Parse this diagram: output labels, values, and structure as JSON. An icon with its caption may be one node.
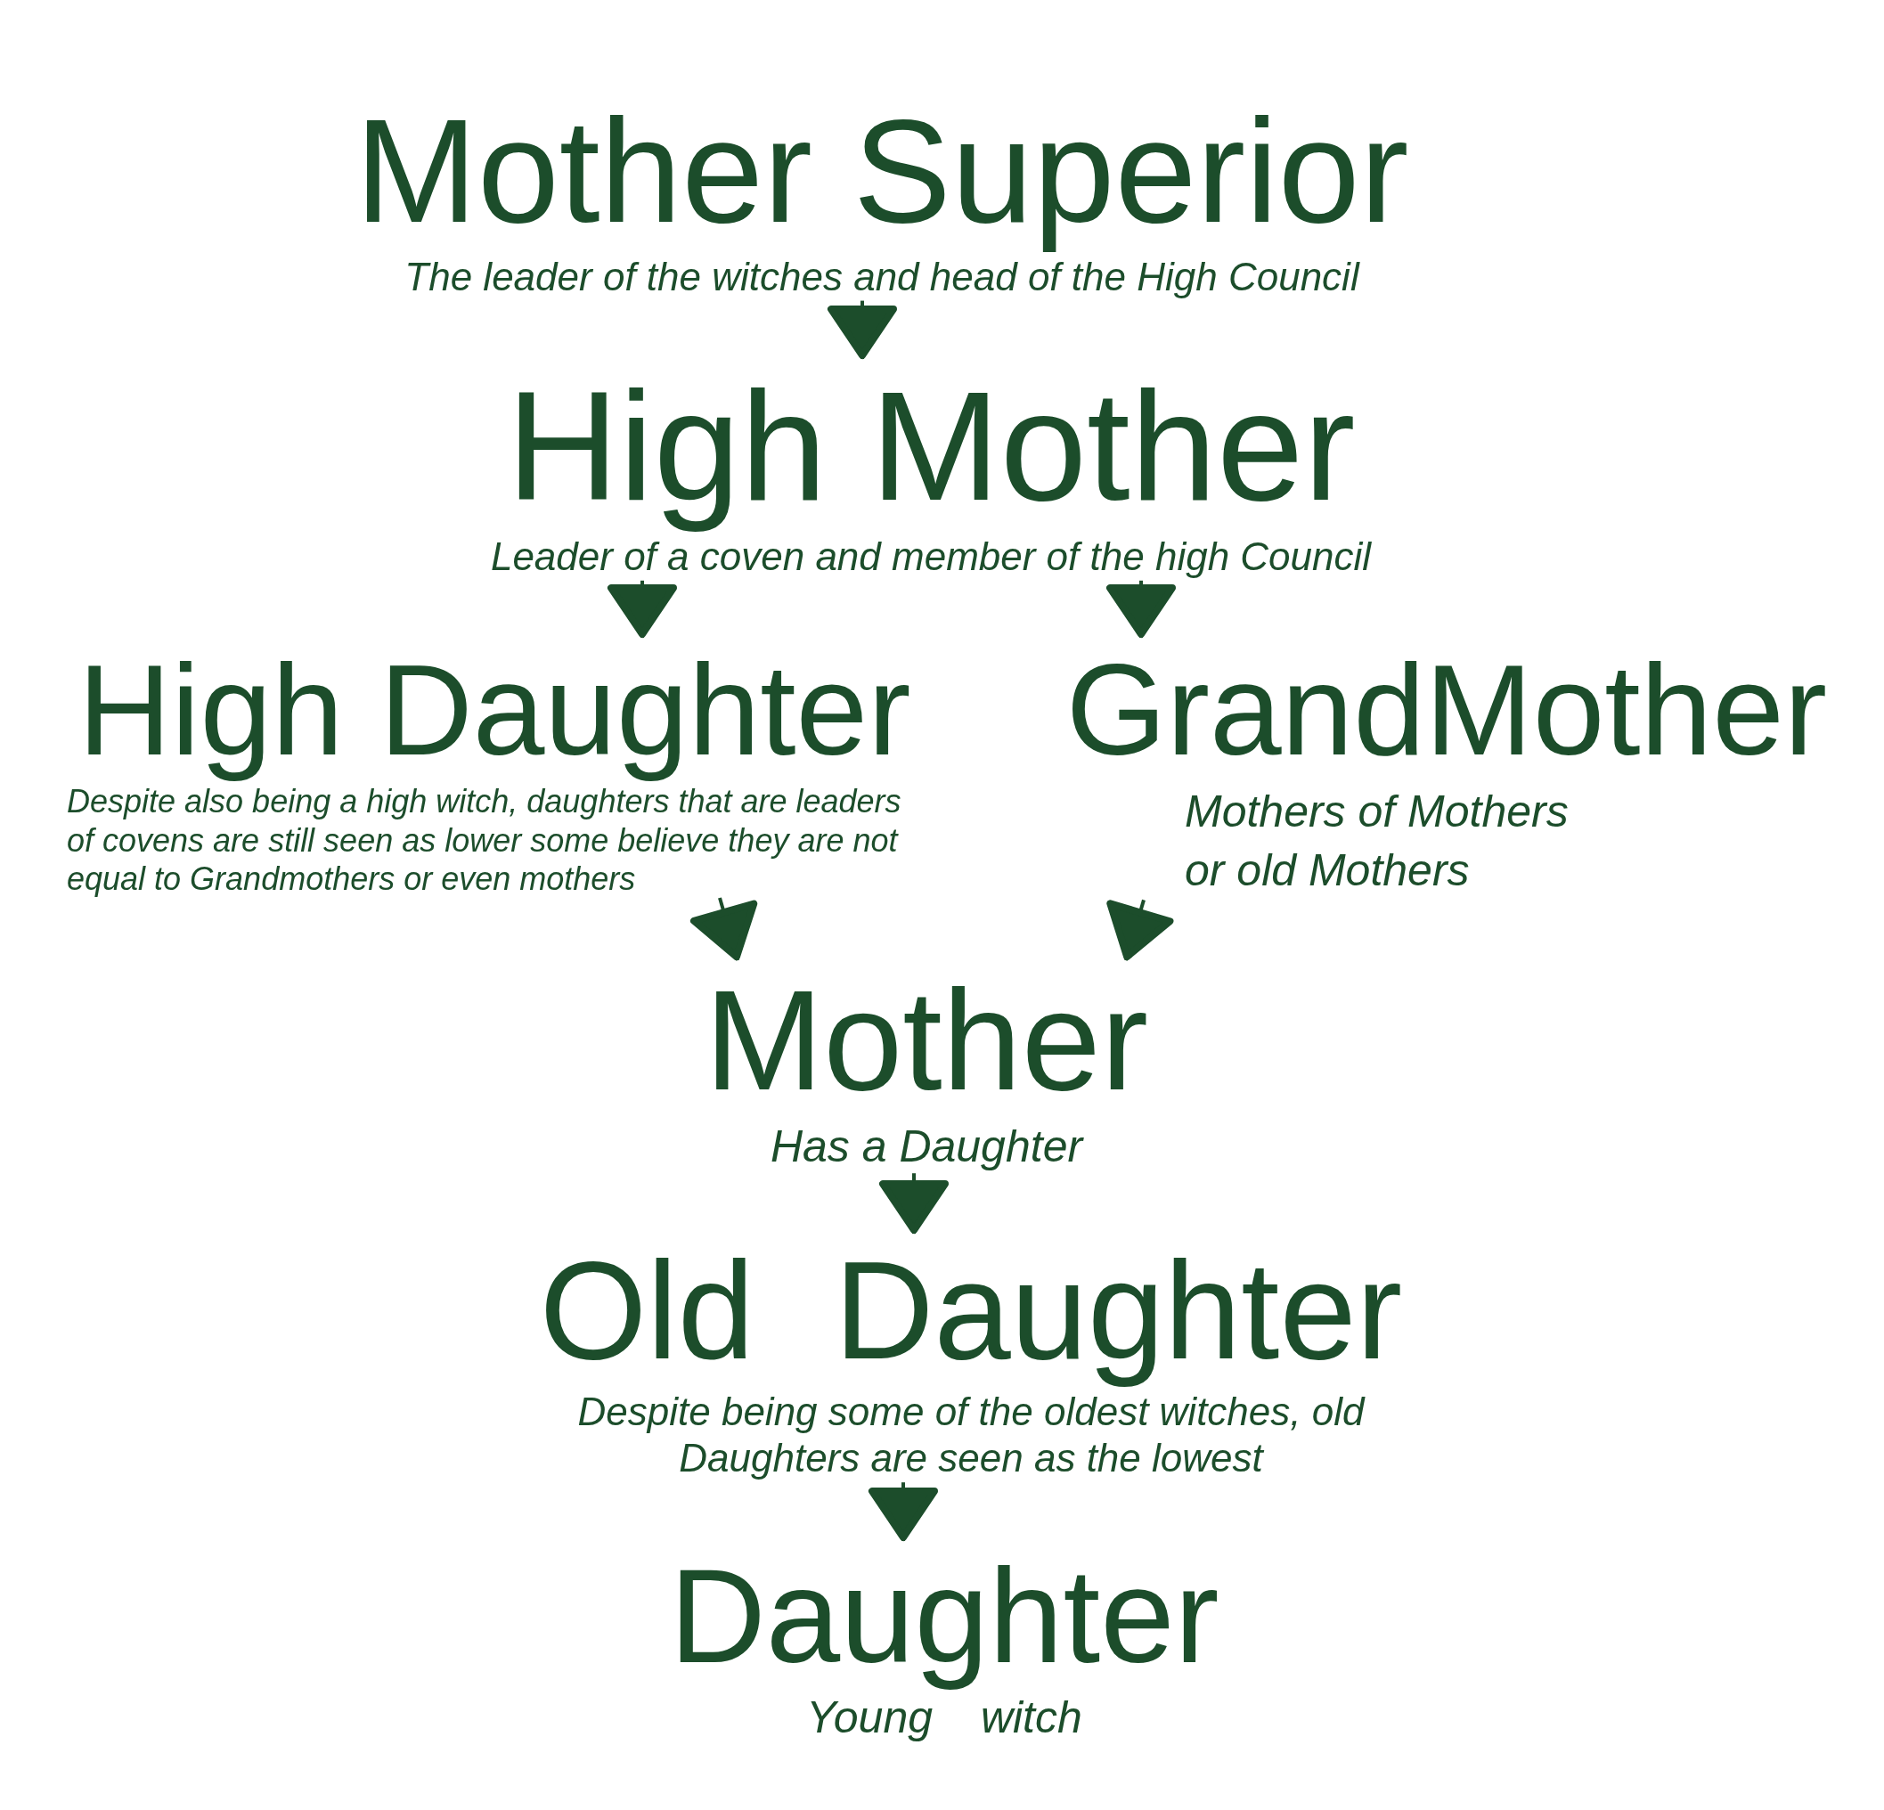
{
  "diagram": {
    "nodes": [
      {
        "text": [
          "Mother Superior",
          "The leader of the witches and head of the High Council"
        ]
      },
      {
        "text": [
          "High Mother",
          "Leader of a coven and member of the high Council"
        ]
      },
      {
        "text": [
          "High Daughter",
          "Despite also being a high witch, daughters that are leaders of covens are still seen as lower some believe they are not equal to Grandmothers or even mothers"
        ]
      },
      {
        "text": [
          "GrandMother",
          "Mothers of Mothers or old Mothers"
        ]
      },
      {
        "text": [
          "Mother",
          "Has a Daughter"
        ]
      },
      {
        "text": [
          "Old Daughter",
          "Despite being some of the oldest witches, old Daughters are seen as the lowest"
        ]
      },
      {
        "text": [
          "Daughter",
          "Young witch"
        ]
      }
    ],
    "edges": [
      {
        "from": 0,
        "to": 1,
        "arrow": "to"
      },
      {
        "from": 1,
        "to": 2,
        "arrow": "to"
      },
      {
        "from": 1,
        "to": 3,
        "arrow": "to"
      },
      {
        "from": 2,
        "to": 4,
        "arrow": "to"
      },
      {
        "from": 3,
        "to": 4,
        "arrow": "to"
      },
      {
        "from": 4,
        "to": 5,
        "arrow": "to"
      },
      {
        "from": 5,
        "to": 6,
        "arrow": "to"
      }
    ]
  }
}
